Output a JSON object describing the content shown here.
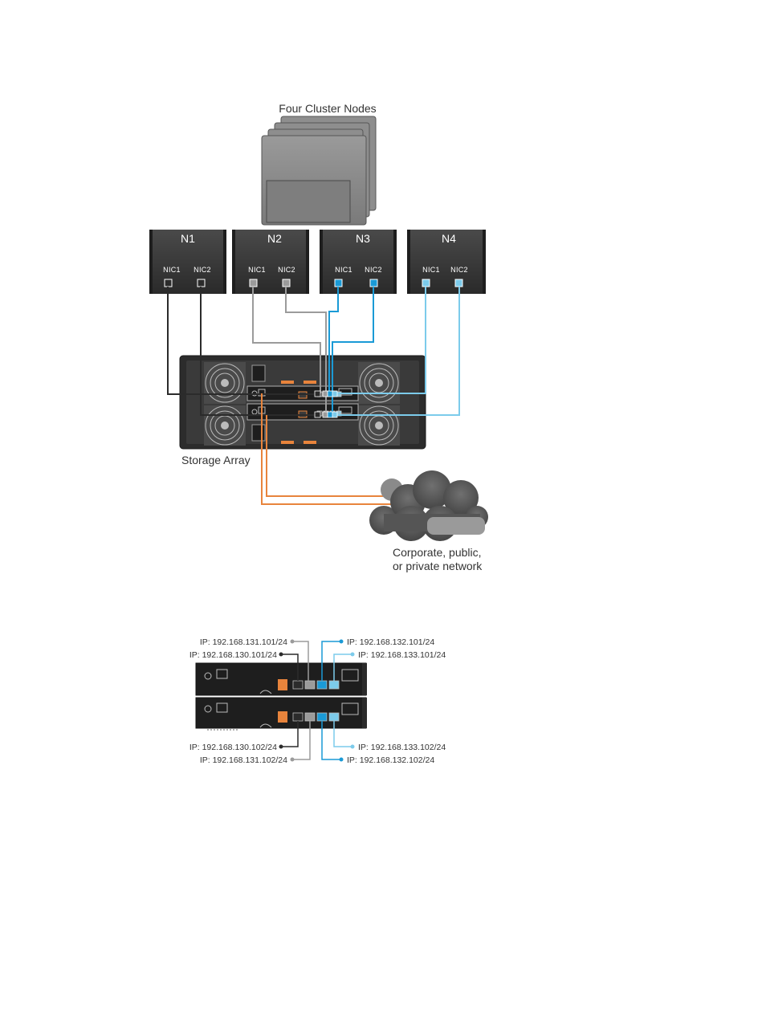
{
  "diagram": {
    "cluster_title": "Four Cluster Nodes",
    "nodes": [
      {
        "name": "N1",
        "nic1": "NIC1",
        "nic2": "NIC2"
      },
      {
        "name": "N2",
        "nic1": "NIC1",
        "nic2": "NIC2"
      },
      {
        "name": "N3",
        "nic1": "NIC1",
        "nic2": "NIC2"
      },
      {
        "name": "N4",
        "nic1": "NIC1",
        "nic2": "NIC2"
      }
    ],
    "storage_label": "Storage Array",
    "network_label_line1": "Corporate, public,",
    "network_label_line2": "or private network"
  },
  "ip_labels": {
    "top_left_1": "IP: 192.168.131.101/24",
    "top_left_2": "IP: 192.168.130.101/24",
    "top_right_1": "IP: 192.168.132.101/24",
    "top_right_2": "IP: 192.168.133.101/24",
    "bottom_left_1": "IP: 192.168.130.102/24",
    "bottom_left_2": "IP: 192.168.131.102/24",
    "bottom_right_1": "IP: 192.168.133.102/24",
    "bottom_right_2": "IP: 192.168.132.102/24"
  },
  "colors": {
    "node_fill": "#3a3a3a",
    "cable_n1": "#2b2b2b",
    "cable_n2": "#9b9b9b",
    "cable_n3": "#1a9ad6",
    "cable_n4": "#7ccbeb",
    "cable_mgmt": "#e8843c",
    "cloud": "#5f5f5f"
  }
}
